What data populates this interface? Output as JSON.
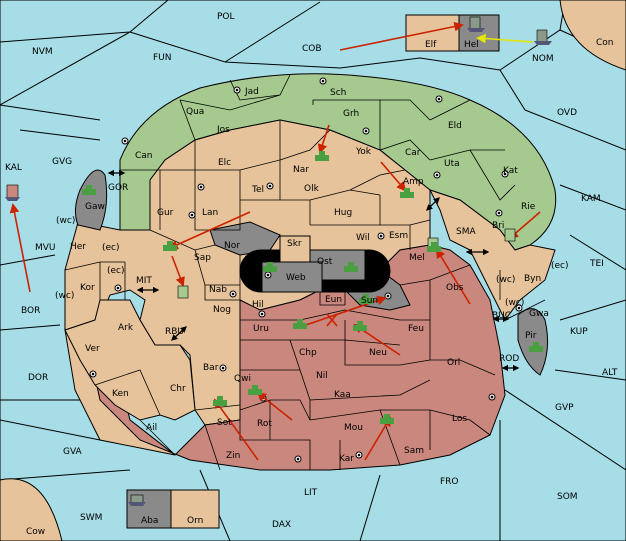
{
  "colors": {
    "sea": "#a6dde6",
    "neutral": "#e6c39a",
    "green": "#a6c98f",
    "red": "#c9877d",
    "grey": "#8a8a8a",
    "border": "#000000",
    "order_arrow": "#cc2200",
    "support_arrow": "#e6e600",
    "unit": "#4aa040"
  },
  "sea_labels": [
    {
      "id": "POL",
      "text": "POL"
    },
    {
      "id": "NVM",
      "text": "NVM"
    },
    {
      "id": "FUN",
      "text": "FUN"
    },
    {
      "id": "COB",
      "text": "COB"
    },
    {
      "id": "NOM",
      "text": "NOM"
    },
    {
      "id": "Con",
      "text": "Con"
    },
    {
      "id": "OVD",
      "text": "OVD"
    },
    {
      "id": "KAL",
      "text": "KAL"
    },
    {
      "id": "GVG",
      "text": "GVG"
    },
    {
      "id": "KAM",
      "text": "KAM"
    },
    {
      "id": "MVU",
      "text": "MVU"
    },
    {
      "id": "SMA",
      "text": "SMA"
    },
    {
      "id": "TEI",
      "text": "TEI"
    },
    {
      "id": "BOR",
      "text": "BOR"
    },
    {
      "id": "MIT",
      "text": "MIT"
    },
    {
      "id": "RBU",
      "text": "RBU"
    },
    {
      "id": "BUC",
      "text": "BUC"
    },
    {
      "id": "KUP",
      "text": "KUP"
    },
    {
      "id": "ROD",
      "text": "ROD"
    },
    {
      "id": "DOR",
      "text": "DOR"
    },
    {
      "id": "ALT",
      "text": "ALT"
    },
    {
      "id": "GVP",
      "text": "GVP"
    },
    {
      "id": "GVA",
      "text": "GVA"
    },
    {
      "id": "FRO",
      "text": "FRO"
    },
    {
      "id": "SOM",
      "text": "SOM"
    },
    {
      "id": "LIT",
      "text": "LIT"
    },
    {
      "id": "SWM",
      "text": "SWM"
    },
    {
      "id": "DAX",
      "text": "DAX"
    },
    {
      "id": "GOR",
      "text": "GOR"
    }
  ],
  "land_labels": [
    {
      "id": "Jad",
      "text": "Jad"
    },
    {
      "id": "Sch",
      "text": "Sch"
    },
    {
      "id": "Qua",
      "text": "Qua"
    },
    {
      "id": "Jos",
      "text": "Jos"
    },
    {
      "id": "Grh",
      "text": "Grh"
    },
    {
      "id": "Eld",
      "text": "Eld"
    },
    {
      "id": "Can",
      "text": "Can"
    },
    {
      "id": "Nar",
      "text": "Nar"
    },
    {
      "id": "Yok",
      "text": "Yok"
    },
    {
      "id": "Car",
      "text": "Car"
    },
    {
      "id": "Elc",
      "text": "Elc"
    },
    {
      "id": "Uta",
      "text": "Uta"
    },
    {
      "id": "Kat",
      "text": "Kat"
    },
    {
      "id": "Tel",
      "text": "Tel"
    },
    {
      "id": "Olk",
      "text": "Olk"
    },
    {
      "id": "Amp",
      "text": "Amp"
    },
    {
      "id": "Gaw",
      "text": "Gaw"
    },
    {
      "id": "Gur",
      "text": "Gur"
    },
    {
      "id": "Lan",
      "text": "Lan"
    },
    {
      "id": "Hug",
      "text": "Hug"
    },
    {
      "id": "Rie",
      "text": "Rie"
    },
    {
      "id": "Bri",
      "text": "Bri"
    },
    {
      "id": "Her",
      "text": "Her"
    },
    {
      "id": "Nor",
      "text": "Nor"
    },
    {
      "id": "Wil",
      "text": "Wil"
    },
    {
      "id": "Esm",
      "text": "Esm"
    },
    {
      "id": "Skr",
      "text": "Skr"
    },
    {
      "id": "Sap",
      "text": "Sap"
    },
    {
      "id": "Ost",
      "text": "Ost"
    },
    {
      "id": "Web",
      "text": "Web"
    },
    {
      "id": "Mel",
      "text": "Mel"
    },
    {
      "id": "Byn",
      "text": "Byn"
    },
    {
      "id": "Kor",
      "text": "Kor"
    },
    {
      "id": "Nab",
      "text": "Nab"
    },
    {
      "id": "Obs",
      "text": "Obs"
    },
    {
      "id": "Gwa",
      "text": "Gwa"
    },
    {
      "id": "Eun",
      "text": "Eun"
    },
    {
      "id": "Sun",
      "text": "Sun"
    },
    {
      "id": "Hil",
      "text": "Hil"
    },
    {
      "id": "Ark",
      "text": "Ark"
    },
    {
      "id": "Nog",
      "text": "Nog"
    },
    {
      "id": "Uru",
      "text": "Uru"
    },
    {
      "id": "Feu",
      "text": "Feu"
    },
    {
      "id": "Pir",
      "text": "Pir"
    },
    {
      "id": "Ver",
      "text": "Ver"
    },
    {
      "id": "Chp",
      "text": "Chp"
    },
    {
      "id": "Neu",
      "text": "Neu"
    },
    {
      "id": "Orl",
      "text": "Orl"
    },
    {
      "id": "Bar",
      "text": "Bar"
    },
    {
      "id": "Qwi",
      "text": "Qwi"
    },
    {
      "id": "Nil",
      "text": "Nil"
    },
    {
      "id": "Ken",
      "text": "Ken"
    },
    {
      "id": "Chr",
      "text": "Chr"
    },
    {
      "id": "Kaa",
      "text": "Kaa"
    },
    {
      "id": "Rot",
      "text": "Rot"
    },
    {
      "id": "Sot",
      "text": "Sot"
    },
    {
      "id": "Ail",
      "text": "Ail"
    },
    {
      "id": "Los",
      "text": "Los"
    },
    {
      "id": "Mou",
      "text": "Mou"
    },
    {
      "id": "Zin",
      "text": "Zin"
    },
    {
      "id": "Kar",
      "text": "Kar"
    },
    {
      "id": "Sam",
      "text": "Sam"
    },
    {
      "id": "Elf",
      "text": "Elf"
    },
    {
      "id": "Hel",
      "text": "Hel"
    },
    {
      "id": "Aba",
      "text": "Aba"
    },
    {
      "id": "Orn",
      "text": "Orn"
    },
    {
      "id": "Cow",
      "text": "Cow"
    }
  ],
  "coast_labels": [
    {
      "id": "wc1",
      "text": "(wc)"
    },
    {
      "id": "ec1",
      "text": "(ec)"
    },
    {
      "id": "ec2",
      "text": "(ec)"
    },
    {
      "id": "wc2",
      "text": "(wc)"
    },
    {
      "id": "wc3",
      "text": "(wc)"
    },
    {
      "id": "ec3",
      "text": "(ec)"
    },
    {
      "id": "wc4",
      "text": "(wc)"
    }
  ]
}
